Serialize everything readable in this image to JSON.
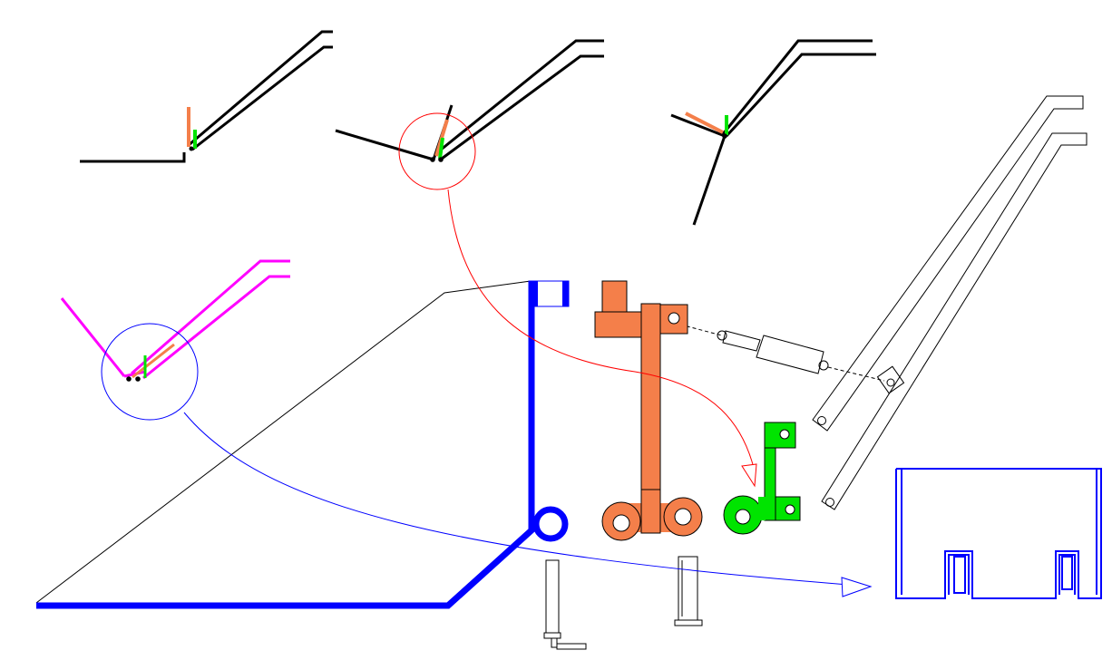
{
  "diagram": {
    "type": "mechanical-linkage-sketch",
    "colors": {
      "background": "#ffffff",
      "black": "#000000",
      "orange": "#f47f4a",
      "green": "#00e400",
      "blue": "#0000ff",
      "magenta": "#ff00ff",
      "red": "#ff0000",
      "arrow_blue": "#0000ff"
    },
    "parts": [
      "linkage-sketch-1",
      "linkage-sketch-2",
      "linkage-sketch-3",
      "linkage-sketch-4",
      "long-rail-arms",
      "blue-lever-frame",
      "orange-bracket",
      "hydraulic-cylinder",
      "green-bracket",
      "pin-parts",
      "blue-cover-plate"
    ],
    "icons": [
      "detail-zoom-circle-red",
      "detail-zoom-circle-blue",
      "callout-arrow-red",
      "callout-arrow-blue"
    ]
  }
}
